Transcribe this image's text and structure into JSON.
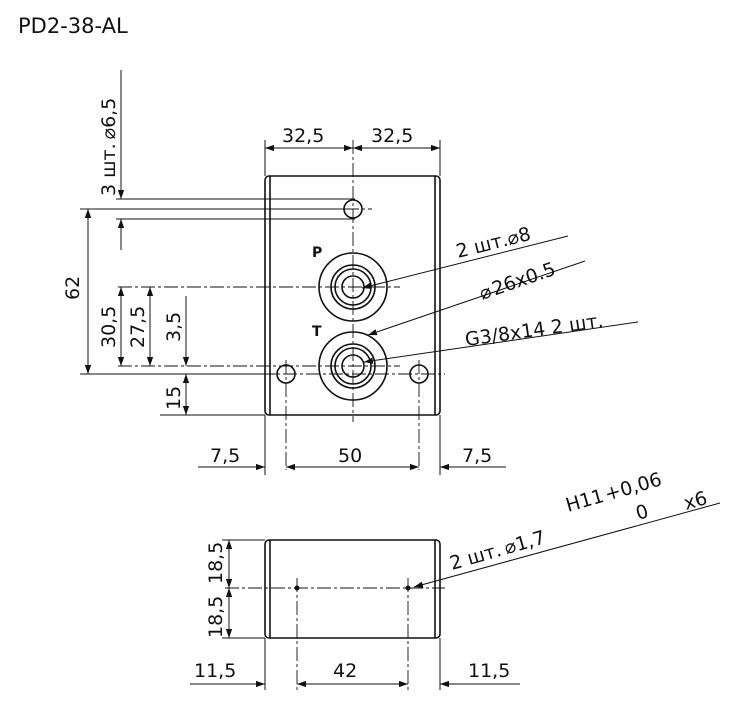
{
  "title": "PD2-38-AL",
  "top_view": {
    "dims": {
      "half_width_left": "32,5",
      "half_width_right": "32,5",
      "height_total": "62",
      "mount_hole_note": "3 шт.",
      "mount_hole_dia": "6,5",
      "port_height": "30,5",
      "port_offset": "27,5",
      "port_step": "3,5",
      "bottom_offset": "15",
      "edge_left": "7,5",
      "hole_span": "50",
      "edge_right": "7,5"
    },
    "ports": {
      "p": "P",
      "t": "T"
    },
    "callouts": {
      "pin_holes": "2 шт.",
      "pin_dia": "8",
      "oring": "26x0.5",
      "thread": "G3/8x14 2 шт."
    }
  },
  "side_view": {
    "dims": {
      "height_top": "18,5",
      "height_bottom": "18,5",
      "edge_left": "11,5",
      "hole_span": "42",
      "edge_right": "11,5"
    },
    "callouts": {
      "holes": "2 шт.",
      "hole_dia": "1,7",
      "tolerance_grade": "H11",
      "tol_upper": "+0,06",
      "tol_lower": "0",
      "depth": "x6"
    }
  }
}
